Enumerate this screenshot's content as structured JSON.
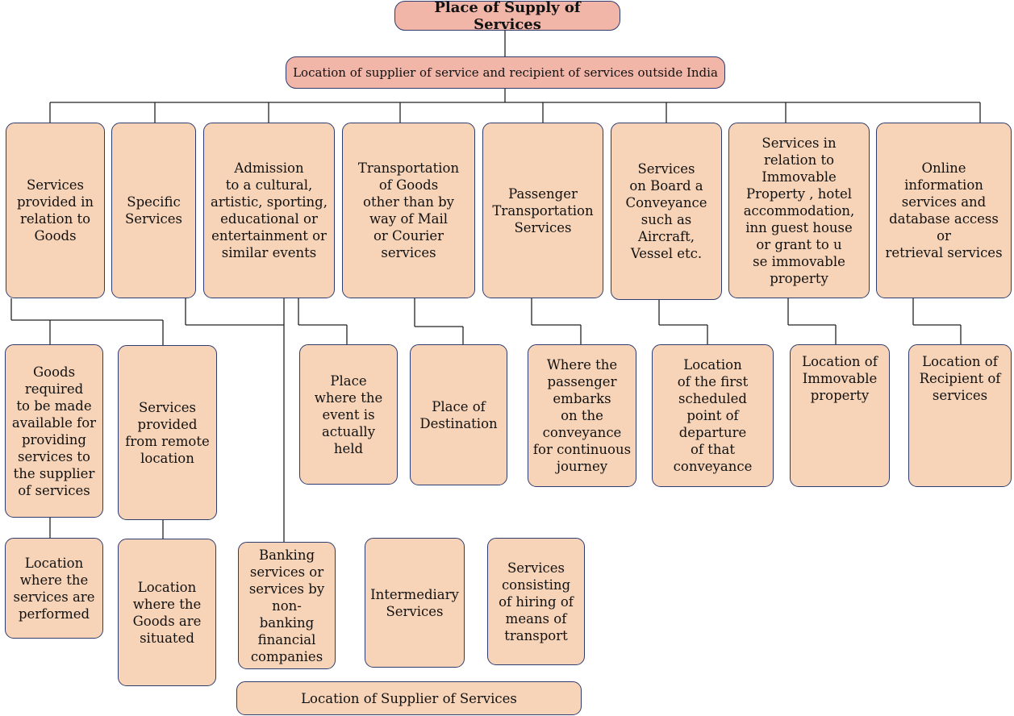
{
  "title": "Place of Supply of Services",
  "subtitle": "Location of supplier of service and recipient of services outside India",
  "categories": {
    "goods": "Services\nprovided in\nrelation to\nGoods",
    "specific": "Specific\nServices",
    "admission": "Admission\nto a cultural,\nartistic, sporting,\neducational or\nentertainment or\nsimilar events",
    "transport_goods": "Transportation\nof Goods\nother than by\nway of Mail\nor Courier\nservices",
    "passenger": "Passenger\nTransportation\nServices",
    "on_board": "Services\non Board a\nConveyance\nsuch as\nAircraft,\nVessel etc.",
    "immovable": "Services in\nrelation to\nImmovable\nProperty , hotel\naccommodation,\ninn guest house\nor grant to u\nse immovable\nproperty",
    "online": "Online\ninformation\nservices  and\ndatabase access or\nretrieval  services"
  },
  "sub_categories": {
    "goods_required": "Goods\nrequired\nto be made\navailable for\nproviding\nservices to\nthe supplier\nof services",
    "remote": "Services\nprovided\nfrom remote\nlocation"
  },
  "locations": {
    "event": "Place\nwhere the\nevent  is\nactually\nheld",
    "destination": "Place of\nDestination",
    "embarks": "Where the\npassenger\nembarks\non the\nconveyance\nfor continuous\njourney",
    "first_point": "Location\nof  the first\nscheduled\npoint of\ndeparture\nof that\nconveyance",
    "immovable": "Location of\nImmovable\nproperty",
    "recipient": "Location of\nRecipient of\nservices",
    "performed": "Location\nwhere the\nservices are\nperformed",
    "goods_situated": "Location\nwhere the\nGoods are\nsituated"
  },
  "specific_services": {
    "banking": "Banking\nservices or\nservices by\nnon- banking\nfinancial\ncompanies",
    "intermediary": "Intermediary\nServices",
    "hiring": "Services\nconsisting\nof hiring of\nmeans of\ntransport"
  },
  "supplier_location": "Location of Supplier of Services"
}
